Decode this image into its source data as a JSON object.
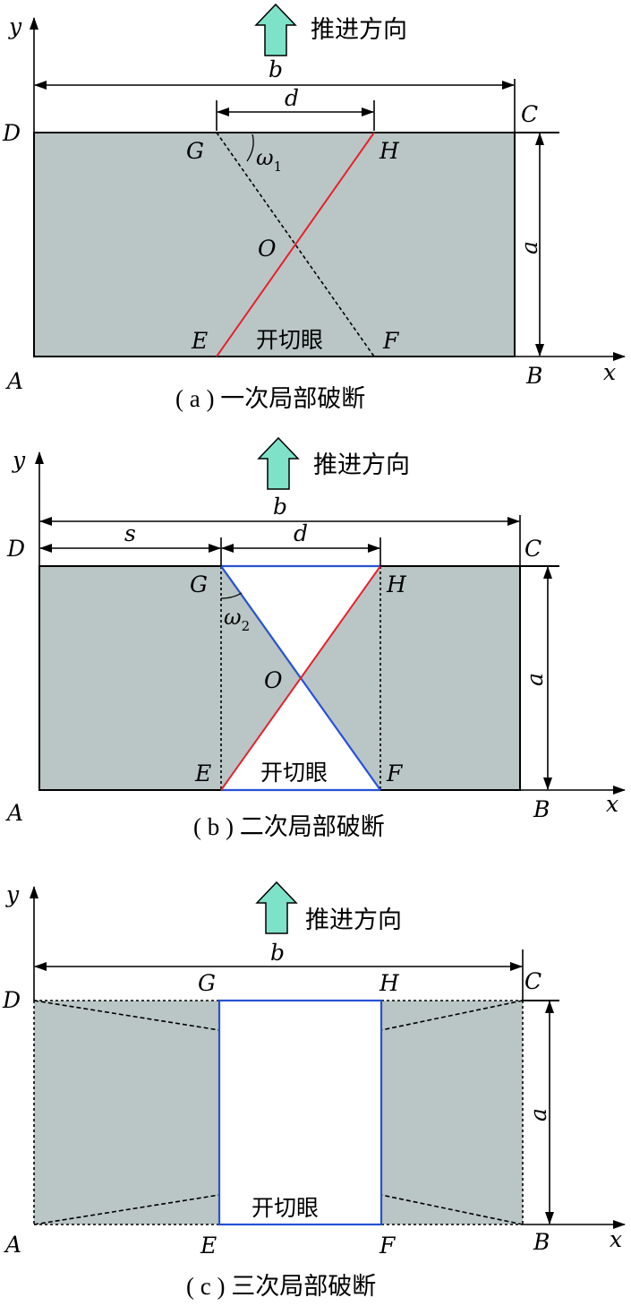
{
  "direction_label": "推进方向",
  "slot_label": "开切眼",
  "colors": {
    "rock": "#bac6c5",
    "arrow_fill": "#7ee2c8",
    "red": "#e8202a",
    "blue": "#2652d6",
    "outline": "#000000"
  },
  "axis_labels": {
    "x": "x",
    "y": "y"
  },
  "dims": {
    "b": "b",
    "d": "d",
    "a": "a",
    "s": "s"
  },
  "angles": {
    "w1": "ω",
    "w1_sub": "1",
    "w2": "ω",
    "w2_sub": "2"
  },
  "points": {
    "A": "A",
    "B": "B",
    "C": "C",
    "D": "D",
    "E": "E",
    "F": "F",
    "G": "G",
    "H": "H",
    "O": "O"
  },
  "captions": {
    "a": "( a ) 一次局部破断",
    "b": "( b ) 二次局部破断",
    "c": "( c ) 三次局部破断"
  }
}
